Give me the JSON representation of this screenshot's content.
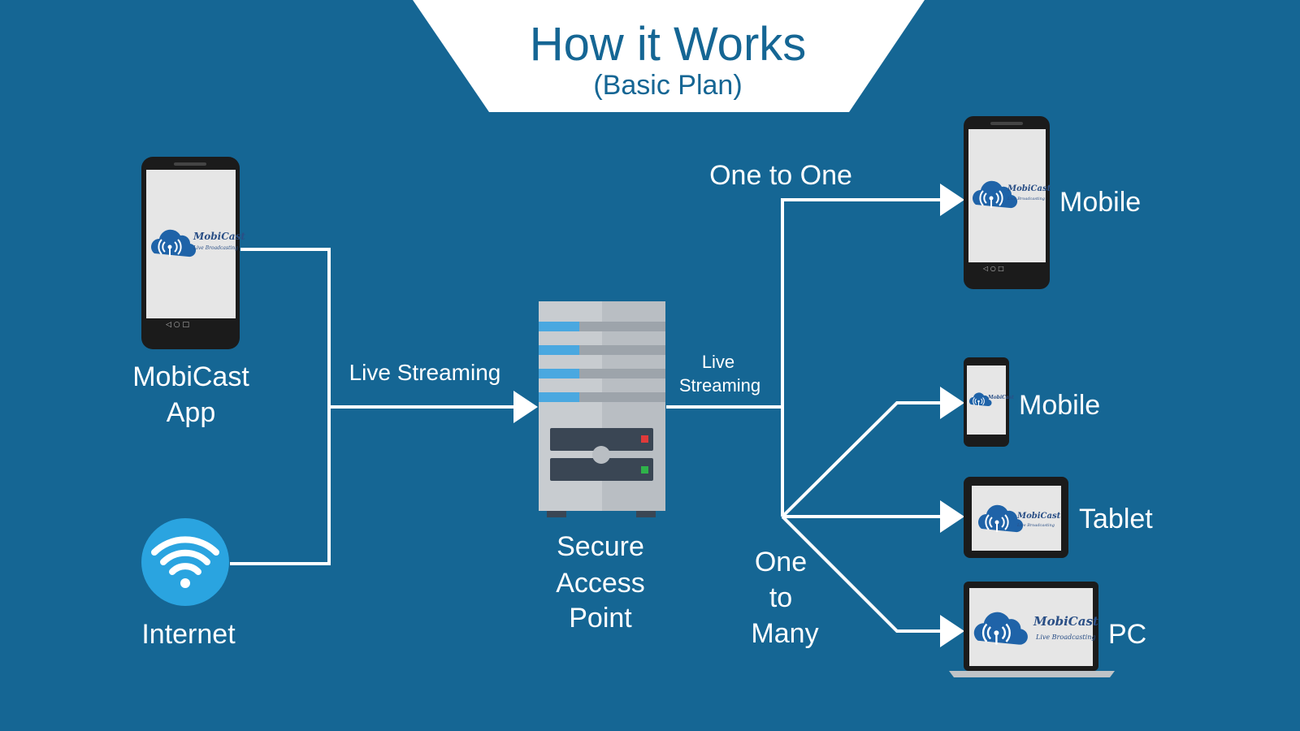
{
  "header": {
    "title": "How it Works",
    "subtitle": "(Basic Plan)"
  },
  "sources": {
    "app_label_line1": "MobiCast",
    "app_label_line2": "App",
    "internet_label": "Internet"
  },
  "links": {
    "live_streaming_in": "Live Streaming",
    "live_streaming_out_line1": "Live",
    "live_streaming_out_line2": "Streaming"
  },
  "server": {
    "label_line1": "Secure",
    "label_line2": "Access",
    "label_line3": "Point"
  },
  "modes": {
    "one_to_one": "One to One",
    "one_to_many_line1": "One",
    "one_to_many_line2": "to",
    "one_to_many_line3": "Many"
  },
  "targets": {
    "mobile_top": "Mobile",
    "mobile": "Mobile",
    "tablet": "Tablet",
    "pc": "PC"
  },
  "logo": {
    "name": "MobiCast",
    "tagline": "Live Broadcasting"
  },
  "icons": {
    "phone": "smartphone-icon",
    "wifi": "wifi-icon",
    "server": "server-icon",
    "tablet": "tablet-icon",
    "laptop": "laptop-icon",
    "arrow": "arrowhead-icon"
  },
  "colors": {
    "background": "#156694",
    "header_panel": "#ffffff",
    "title_text": "#156694",
    "lines": "#ffffff",
    "wifi_badge": "#2aa4e0",
    "server_accent": "#4aa8e0"
  }
}
